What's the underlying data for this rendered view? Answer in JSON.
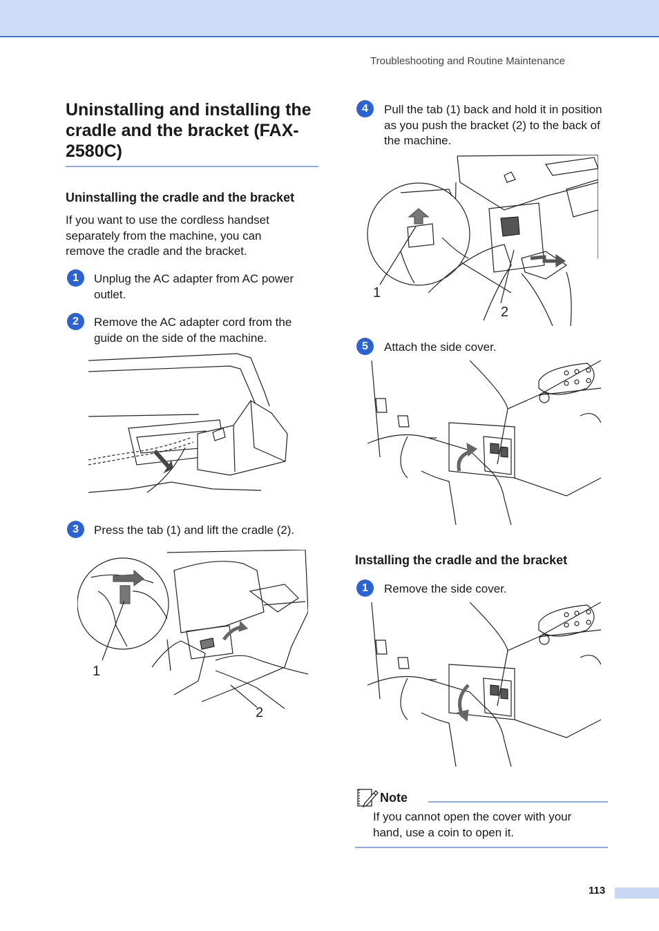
{
  "header": {
    "running_head": "Troubleshooting and Routine Maintenance"
  },
  "left": {
    "title": "Uninstalling and installing the cradle and the bracket (FAX-2580C)",
    "uninstall_heading": "Uninstalling the cradle and the bracket",
    "intro": "If you want to use the cordless handset separately from the machine, you can remove the cradle and the bracket.",
    "steps": [
      {
        "num": "1",
        "text": "Unplug the AC adapter from AC power outlet."
      },
      {
        "num": "2",
        "text": "Remove the AC adapter cord from the guide on the side of the machine."
      },
      {
        "num": "3",
        "text": "Press the tab (1) and lift the cradle (2)."
      }
    ],
    "fig3_callouts": [
      "1",
      "2"
    ]
  },
  "right": {
    "steps": [
      {
        "num": "4",
        "text": "Pull the tab (1) back and hold it in position as you push the bracket (2) to the back of the machine."
      },
      {
        "num": "5",
        "text": "Attach the side cover."
      }
    ],
    "fig4_callouts": [
      "1",
      "2"
    ],
    "install_heading": "Installing the cradle and the bracket",
    "install_steps": [
      {
        "num": "1",
        "text": "Remove the side cover."
      }
    ],
    "note": {
      "label": "Note",
      "text": "If you cannot open the cover with your hand, use a coin to open it."
    }
  },
  "footer": {
    "page_number": "113"
  },
  "colors": {
    "accent": "#2b63d6",
    "band": "#cfdcf7",
    "rule": "#8aa9e6"
  }
}
